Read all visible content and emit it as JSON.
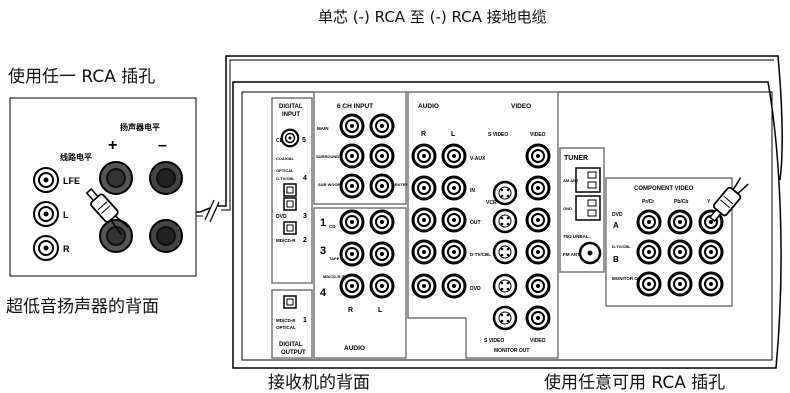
{
  "captions": {
    "top_cable": "单芯 (-) RCA 至 (-) RCA 接地电缆",
    "left_any_jack": "使用任一 RCA 插孔",
    "sub_back": "超低音扬声器的背面",
    "receiver_back": "接收机的背面",
    "right_any_jack": "使用任意可用 RCA 插孔"
  },
  "subwoofer": {
    "line_level": "线路电平",
    "speaker_level": "扬声器电平",
    "plus": "+",
    "minus": "–",
    "lfe": "LFE",
    "l": "L",
    "r": "R"
  },
  "receiver": {
    "digital_input": [
      "DIGITAL",
      "INPUT"
    ],
    "cd": "CD",
    "coaxial": "COAXIAL",
    "optical_input": "OPTICAL",
    "num5": "5",
    "num4": "4",
    "num3": "3",
    "num2": "2",
    "num1": "1",
    "dvd": "DVD",
    "mdcdr": "MD/CD-R",
    "dtv_cbl": "D-TV/CBL",
    "digital_output": [
      "DIGITAL",
      "OUTPUT"
    ],
    "optical_output": "OPTICAL",
    "ch6_input": "6 CH INPUT",
    "main": "MAIN",
    "surround": "SURROUND",
    "sub_woofer": "SUB WOOFER",
    "center": "CENTER",
    "audio_bottom": "AUDIO",
    "r": "R",
    "l": "L",
    "audio": "AUDIO",
    "video": "VIDEO",
    "svideo": "S VIDEO",
    "vaux": "V-AUX",
    "in": "IN",
    "vcr": "VCR",
    "out": "OUT",
    "dtv": "D-TV/CBL",
    "dvd_row": "DVD",
    "monitor_out": "MONITOR OUT",
    "svideo_bottom": "S VIDEO",
    "video_bottom": "VIDEO",
    "cd_left": "CD",
    "tape": "TAPE (PLAY)",
    "mdcdr_left": "MD/CD-R (PLAY)",
    "tuner": "TUNER",
    "am_ant": "AM ANT",
    "gnd": "GND",
    "unbal": "75Ω UNBAL.",
    "fm_ant": "FM ANT",
    "component_video": "COMPONENT VIDEO",
    "pr": "Pr/Cr",
    "pb": "Pb/Cb",
    "y": "Y",
    "dvd_a": "DVD",
    "a": "A",
    "dtv_b": "D-TV/CBL",
    "b": "B",
    "monitor_out_cv": "MONITOR OUT"
  }
}
